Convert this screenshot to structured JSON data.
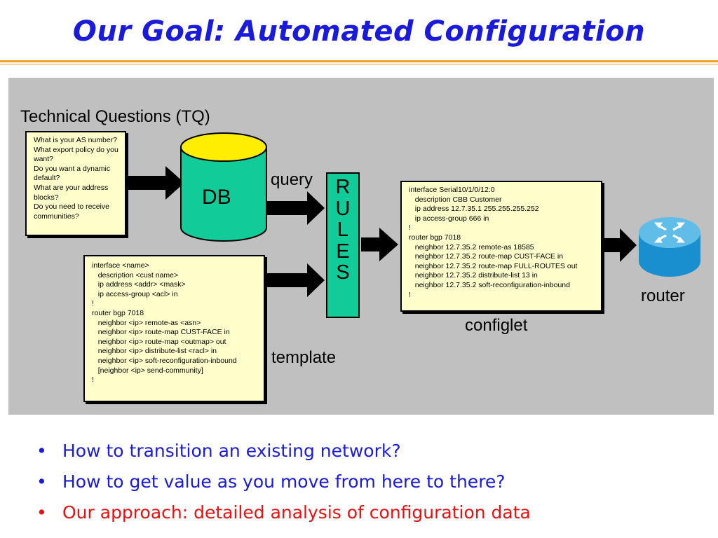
{
  "title": "Our Goal: Automated Configuration",
  "colors": {
    "title": "#1a1adc",
    "accent_rule": "#f0a020",
    "panel": "#c0c0c0",
    "note_bg": "#ffffcc",
    "db_body": "#11cc99",
    "db_top": "#ffee00",
    "router": "#1a8fd0",
    "bullet_blue": "#1a1adc",
    "bullet_red": "#e81010"
  },
  "diagram": {
    "tq_heading": "Technical Questions (TQ)",
    "tq_lines": [
      "What is your AS number?",
      "What export policy do you want?",
      "Do you want a dynamic default?",
      "What are your address blocks?",
      "Do you need to receive communities?"
    ],
    "db_label": "DB",
    "query_label": "query",
    "rules_letters": [
      "R",
      "U",
      "L",
      "E",
      "S"
    ],
    "template_label": "template",
    "template_text": "interface <name>\n   description <cust name>\n   ip address <addr> <mask>\n   ip access-group <acl> in\n!\nrouter bgp 7018\n   neighbor <ip> remote-as <asn>\n   neighbor <ip> route-map CUST-FACE in\n   neighbor <ip> route-map <outmap> out\n   neighbor <ip> distribute-list <racl> in\n   neighbor <ip> soft-reconfiguration-inbound\n   [neighbor <ip> send-community]\n!",
    "configlet_label": "configlet",
    "configlet_text": "interface Serial10/1/0/12:0\n   description CBB Customer\n   ip address 12.7.35.1 255.255.255.252\n   ip access-group 666 in\n!\nrouter bgp 7018\n   neighbor 12.7.35.2 remote-as 18585\n   neighbor 12.7.35.2 route-map CUST-FACE in\n   neighbor 12.7.35.2 route-map FULL-ROUTES out\n   neighbor 12.7.35.2 distribute-list 13 in\n   neighbor 12.7.35.2 soft-reconfiguration-inbound\n!",
    "router_label": "router",
    "icons": {
      "router": "router-icon",
      "database": "database-icon"
    }
  },
  "bullets": [
    {
      "marker": "•",
      "text": "How to transition an existing network?"
    },
    {
      "marker": "•",
      "text": "How to get value as you move from here to there?"
    },
    {
      "marker": "•",
      "text": "Our approach: detailed analysis of configuration data"
    }
  ]
}
